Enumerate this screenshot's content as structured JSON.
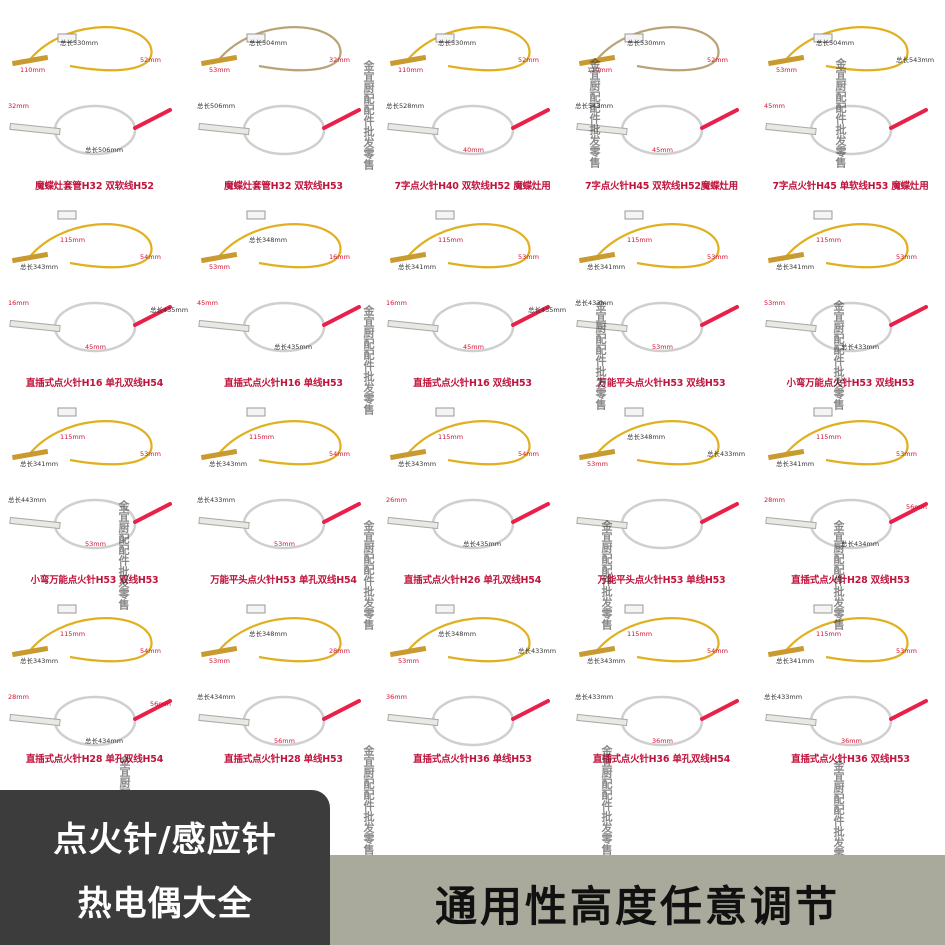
{
  "products": [
    {
      "caption": "魔蝶灶套管H32  双软线H52",
      "labels": [
        "总长530mm",
        "110mm",
        "52mm",
        "32mm",
        "总长506mm"
      ]
    },
    {
      "caption": "魔蝶灶套管H32  双软线H53",
      "labels": [
        "总长504mm",
        "53mm",
        "32mm",
        "总长506mm"
      ]
    },
    {
      "caption": "7字点火针H40 双软线H52 魔蝶灶用",
      "labels": [
        "总长530mm",
        "110mm",
        "52mm",
        "总长528mm",
        "40mm"
      ]
    },
    {
      "caption": "7字点火针H45  双软线H52魔蝶灶用",
      "labels": [
        "总长530mm",
        "110mm",
        "52mm",
        "总长543mm",
        "45mm"
      ]
    },
    {
      "caption": "7字点火针H45 单软线H53 魔蝶灶用",
      "labels": [
        "总长504mm",
        "53mm",
        "总长543mm",
        "45mm"
      ]
    },
    {
      "caption": "直插式点火针H16  单孔双线H54",
      "labels": [
        "115mm",
        "总长343mm",
        "54mm",
        "16mm",
        "45mm",
        "总长435mm"
      ]
    },
    {
      "caption": "直插式点火针H16  单线H53",
      "labels": [
        "总长348mm",
        "53mm",
        "16mm",
        "45mm",
        "总长435mm"
      ]
    },
    {
      "caption": "直插式点火针H16  双线H53",
      "labels": [
        "115mm",
        "总长341mm",
        "53mm",
        "16mm",
        "45mm",
        "总长435mm"
      ]
    },
    {
      "caption": "万能平头点火针H53     双线H53",
      "labels": [
        "115mm",
        "总长341mm",
        "53mm",
        "总长433mm",
        "53mm"
      ]
    },
    {
      "caption": "小弯万能点火针H53    双线H53",
      "labels": [
        "115mm",
        "总长341mm",
        "53mm",
        "53mm",
        "总长433mm"
      ]
    },
    {
      "caption": "小弯万能点火针H53     双线H53",
      "labels": [
        "115mm",
        "总长341mm",
        "53mm",
        "总长443mm",
        "53mm"
      ]
    },
    {
      "caption": "万能平头点火针H53   单孔双线H54",
      "labels": [
        "115mm",
        "总长343mm",
        "54mm",
        "总长433mm",
        "53mm"
      ]
    },
    {
      "caption": "直插式点火针H26  单孔双线H54",
      "labels": [
        "115mm",
        "总长343mm",
        "54mm",
        "26mm",
        "总长435mm"
      ]
    },
    {
      "caption": "万能平头点火针H53       单线H53",
      "labels": [
        "总长348mm",
        "53mm",
        "总长433mm"
      ]
    },
    {
      "caption": "直插式点火针H28   双线H53",
      "labels": [
        "115mm",
        "总长341mm",
        "53mm",
        "28mm",
        "总长434mm",
        "56mm"
      ]
    },
    {
      "caption": "直插式点火针H28  单孔双线H54",
      "labels": [
        "115mm",
        "总长343mm",
        "54mm",
        "28mm",
        "总长434mm",
        "56mm"
      ]
    },
    {
      "caption": "直插式点火针H28 单线H53",
      "labels": [
        "总长348mm",
        "53mm",
        "28mm",
        "总长434mm",
        "56mm"
      ]
    },
    {
      "caption": "直插式点火针H36  单线H53",
      "labels": [
        "总长348mm",
        "53mm",
        "总长433mm",
        "36mm"
      ]
    },
    {
      "caption": "直插式点火针H36   单孔双线H54",
      "labels": [
        "115mm",
        "总长343mm",
        "54mm",
        "总长433mm",
        "36mm"
      ]
    },
    {
      "caption": "直插式点火针H36  双线H53",
      "labels": [
        "115mm",
        "总长341mm",
        "53mm",
        "总长433mm",
        "36mm"
      ]
    }
  ],
  "watermark": "金宜厨配配件批发零售",
  "badge": {
    "line1": "点火针/感应针",
    "line2": "热电偶大全"
  },
  "banner": "通用性高度任意调节",
  "colors": {
    "caption": "#c0143c",
    "badge_bg": "#3c3c3c",
    "banner_bg": "#a9aa9c",
    "yellow_wire": "#e0b020",
    "white_wire": "#cfcfcf",
    "red_tip": "#e8204a"
  }
}
